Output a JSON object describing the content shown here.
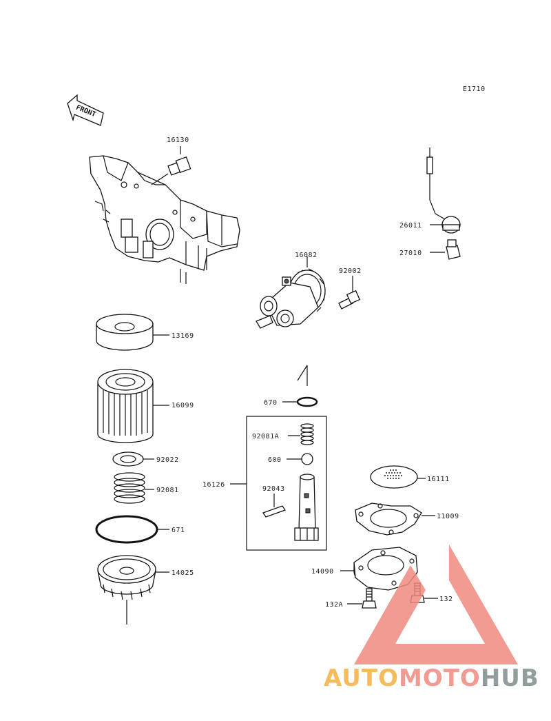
{
  "diagram_code": "E1710",
  "front_label": "FRONT",
  "parts": {
    "p16130": "16130",
    "p26011": "26011",
    "p27010": "27010",
    "p16082": "16082",
    "p92002": "92002",
    "p13169": "13169",
    "p16099": "16099",
    "p670": "670",
    "p92081A": "92081A",
    "p600": "600",
    "p16126": "16126",
    "p92043": "92043",
    "p92022": "92022",
    "p92081": "92081",
    "p671": "671",
    "p14025": "14025",
    "p16111": "16111",
    "p11009": "11009",
    "p14090": "14090",
    "p132A": "132A",
    "p132": "132"
  },
  "watermark": {
    "part1": "AUTO",
    "part2": "MOTO",
    "part3": "HUB",
    "color1": "#f5b041",
    "color2": "#ef8a80",
    "color3": "#7f8c8d"
  }
}
